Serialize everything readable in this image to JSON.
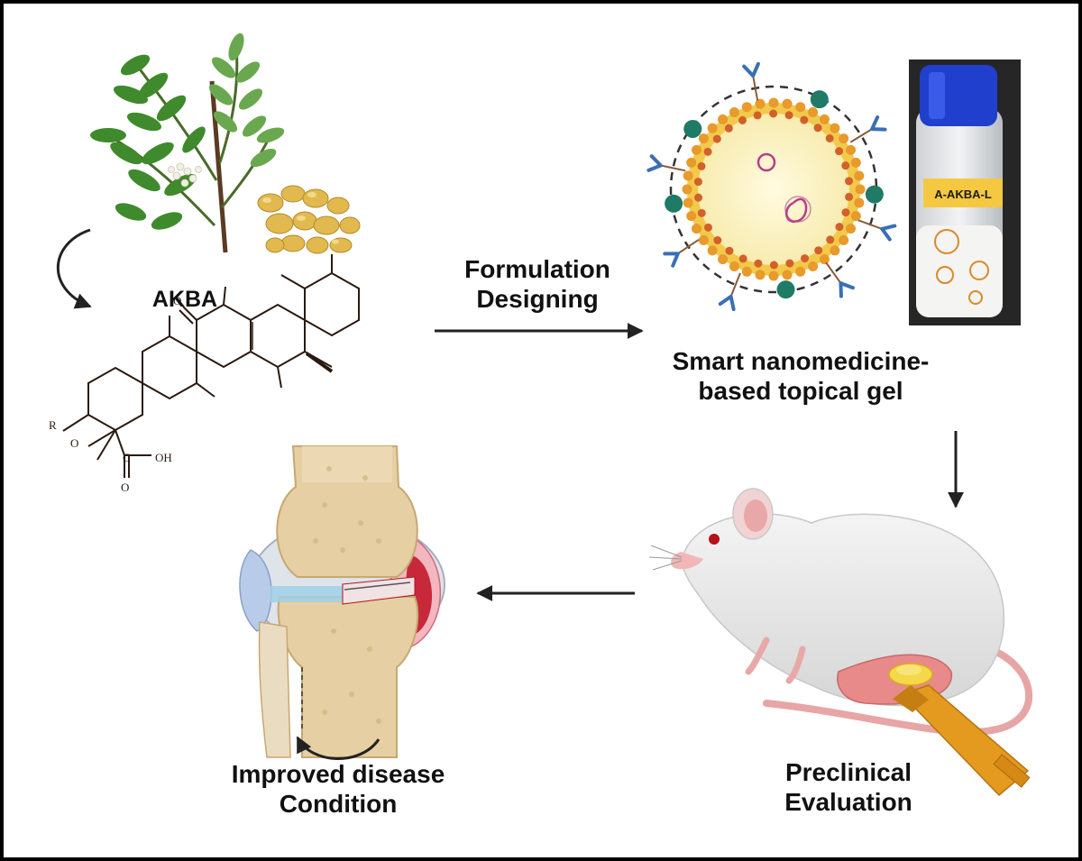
{
  "labels": {
    "compound": "AKBA",
    "step1_line1": "Formulation",
    "step1_line2": "Designing",
    "product_line1": "Smart nanomedicine-",
    "product_line2": "based topical gel",
    "step3_line1": "Preclinical",
    "step3_line2": "Evaluation",
    "outcome_line1": "Improved disease",
    "outcome_line2": "Condition"
  },
  "molecule": {
    "r_group": "R",
    "oxygen": "O",
    "ketone": "O",
    "carbon": "C",
    "hydroxyl": "OH",
    "carbonyl": "O"
  },
  "vial_label": "A-AKBA-L",
  "icons": {
    "plant": "boswellia-plant-icon",
    "resin": "frankincense-resin-icon",
    "nanoparticle": "nanoliposome-icon",
    "vial": "gel-vial-icon",
    "rat": "rat-icon",
    "tube": "ointment-tube-icon",
    "joint": "knee-joint-icon"
  },
  "colors": {
    "text": "#111111",
    "arrow": "#222222",
    "leaf": "#3f8a2c",
    "resin": "#e2b94e",
    "lipid_head": "#e89a2a",
    "antibody": "#3a6fb5",
    "ligand": "#1f7a66",
    "vial_cap": "#1f3fcc",
    "bone": "#e6cfa2",
    "inflamed": "#c8293a",
    "tube": "#e39a1e"
  }
}
